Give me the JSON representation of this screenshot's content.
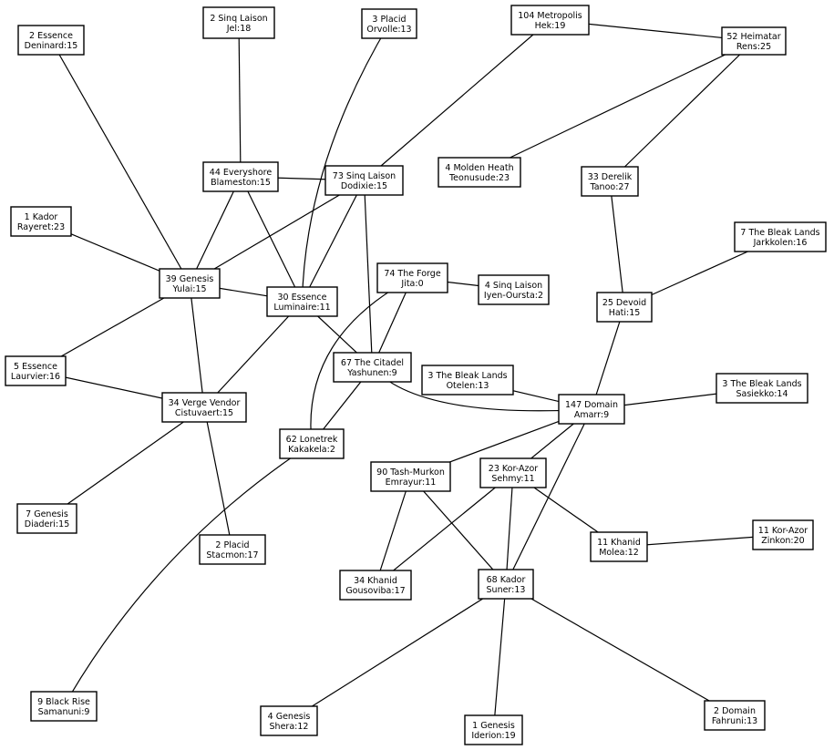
{
  "nodes": {
    "essence_deninard": {
      "line1": "2 Essence",
      "line2": "Deninard:15"
    },
    "sinq_jel": {
      "line1": "2 Sinq Laison",
      "line2": "Jel:18"
    },
    "placid_orvolle": {
      "line1": "3 Placid",
      "line2": "Orvolle:13"
    },
    "metropolis_hek": {
      "line1": "104 Metropolis",
      "line2": "Hek:19"
    },
    "heimatar_rens": {
      "line1": "52 Heimatar",
      "line2": "Rens:25"
    },
    "molden_teonusude": {
      "line1": "4 Molden Heath",
      "line2": "Teonusude:23"
    },
    "derelik_tanoo": {
      "line1": "33 Derelik",
      "line2": "Tanoo:27"
    },
    "everyshore_blameston": {
      "line1": "44 Everyshore",
      "line2": "Blameston:15"
    },
    "sinq_dodixie": {
      "line1": "73 Sinq Laison",
      "line2": "Dodixie:15"
    },
    "kador_rayeret": {
      "line1": "1 Kador",
      "line2": "Rayeret:23"
    },
    "bleak_jarkkolen": {
      "line1": "7 The Bleak Lands",
      "line2": "Jarkkolen:16"
    },
    "genesis_yulai": {
      "line1": "39 Genesis",
      "line2": "Yulai:15"
    },
    "forge_jita": {
      "line1": "74 The Forge",
      "line2": "Jita:0"
    },
    "sinq_iyen": {
      "line1": "4 Sinq Laison",
      "line2": "Iyen-Oursta:2"
    },
    "essence_luminaire": {
      "line1": "30 Essence",
      "line2": "Luminaire:11"
    },
    "devoid_hati": {
      "line1": "25 Devoid",
      "line2": "Hati:15"
    },
    "essence_laurvier": {
      "line1": "5 Essence",
      "line2": "Laurvier:16"
    },
    "citadel_yashunen": {
      "line1": "67 The Citadel",
      "line2": "Yashunen:9"
    },
    "bleak_otelen": {
      "line1": "3 The Bleak Lands",
      "line2": "Otelen:13"
    },
    "bleak_sasiekko": {
      "line1": "3 The Bleak Lands",
      "line2": "Sasiekko:14"
    },
    "verge_cistuvaert": {
      "line1": "34 Verge Vendor",
      "line2": "Cistuvaert:15"
    },
    "domain_amarr": {
      "line1": "147 Domain",
      "line2": "Amarr:9"
    },
    "lonetrek_kakakela": {
      "line1": "62 Lonetrek",
      "line2": "Kakakela:2"
    },
    "tash_emrayur": {
      "line1": "90 Tash-Murkon",
      "line2": "Emrayur:11"
    },
    "korazor_sehmy": {
      "line1": "23 Kor-Azor",
      "line2": "Sehmy:11"
    },
    "genesis_diaderi": {
      "line1": "7 Genesis",
      "line2": "Diaderi:15"
    },
    "placid_stacmon": {
      "line1": "2 Placid",
      "line2": "Stacmon:17"
    },
    "khanid_molea": {
      "line1": "11 Khanid",
      "line2": "Molea:12"
    },
    "korazor_zinkon": {
      "line1": "11 Kor-Azor",
      "line2": "Zinkon:20"
    },
    "khanid_gousoviba": {
      "line1": "34 Khanid",
      "line2": "Gousoviba:17"
    },
    "kador_suner": {
      "line1": "68 Kador",
      "line2": "Suner:13"
    },
    "blackrise_samanuni": {
      "line1": "9 Black Rise",
      "line2": "Samanuni:9"
    },
    "domain_fahruni": {
      "line1": "2 Domain",
      "line2": "Fahruni:13"
    },
    "genesis_shera": {
      "line1": "4 Genesis",
      "line2": "Shera:12"
    },
    "genesis_iderion": {
      "line1": "1 Genesis",
      "line2": "Iderion:19"
    }
  }
}
